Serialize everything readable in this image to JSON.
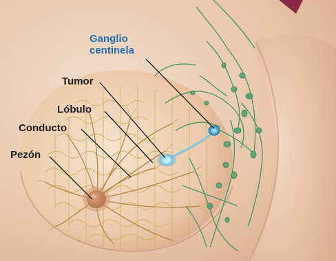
{
  "labels": {
    "sentinel_node_line1": "Ganglio",
    "sentinel_node_line2": "centinela",
    "tumor": "Tumor",
    "lobule": "Lóbulo",
    "duct": "Conducto",
    "nipple": "Pezón"
  },
  "colors": {
    "sentinel_label": "#1f6fb2",
    "labels": "#1c1c1c",
    "lymph_vessels": "#4a9a6a",
    "ducts": "#b5894e",
    "lobules": "#cdb268",
    "tumor": "#7fd0ec",
    "skin": "#e8c2a6"
  }
}
